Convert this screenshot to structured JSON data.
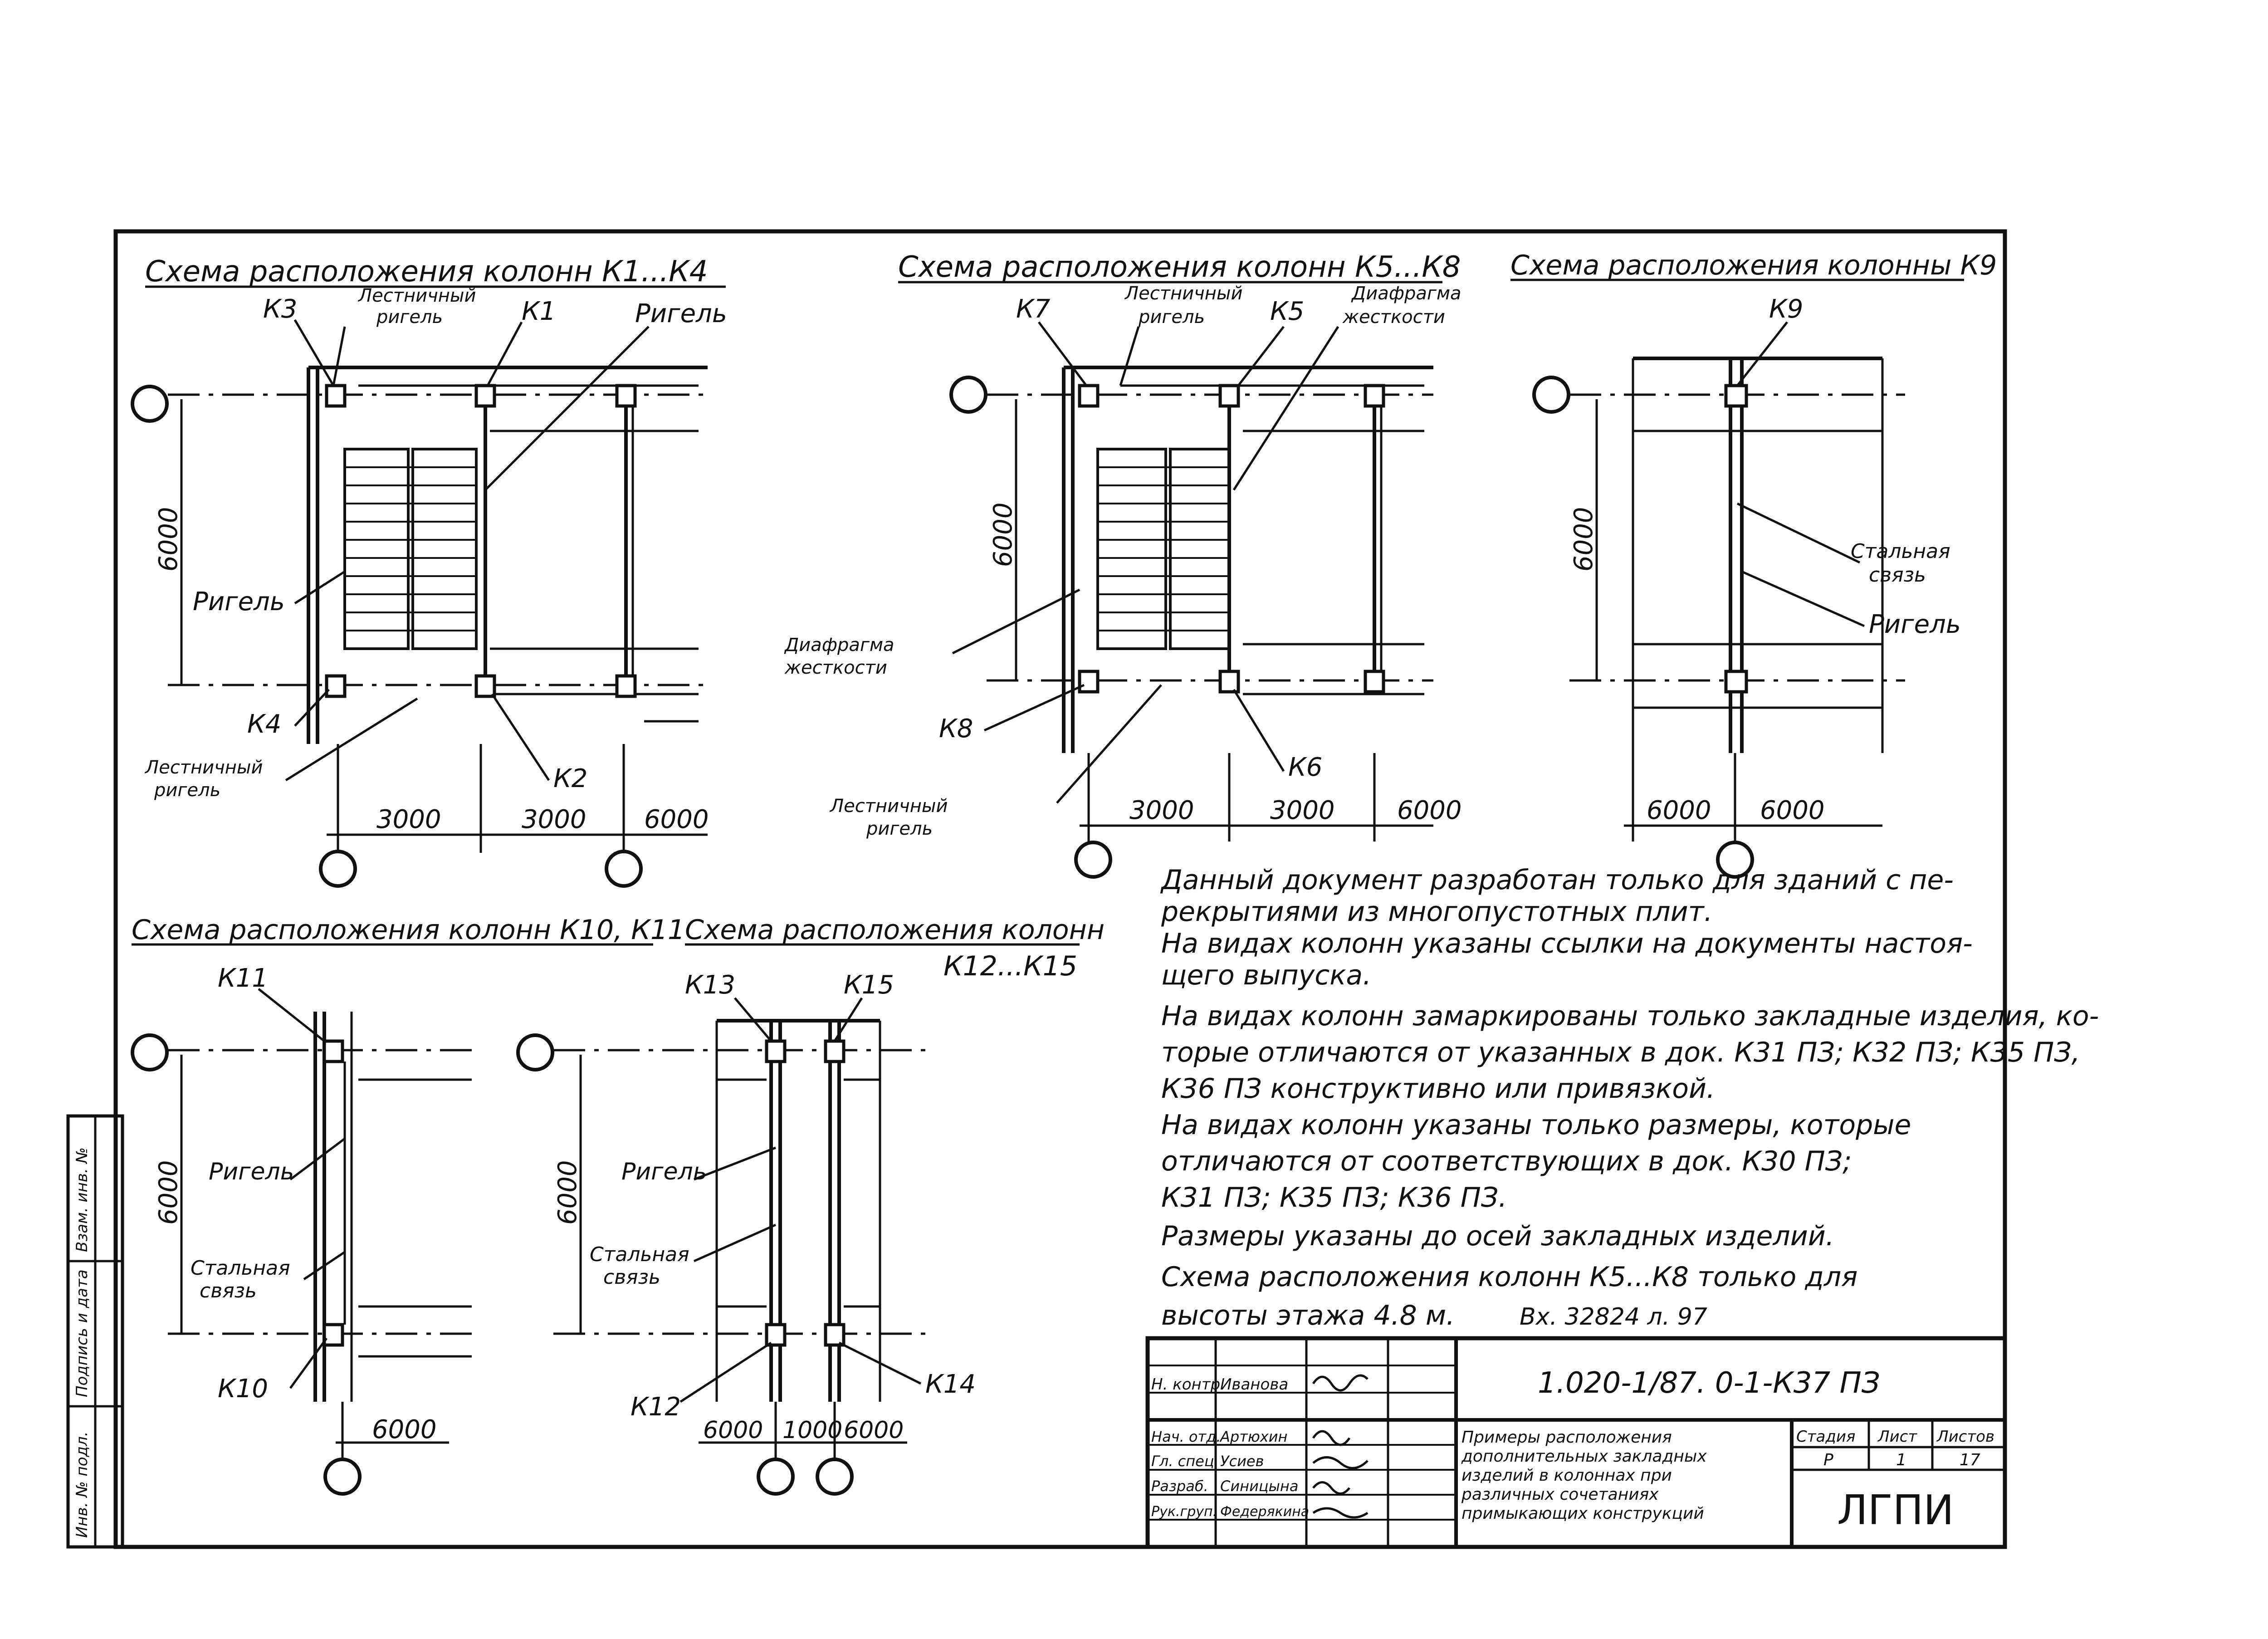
{
  "schemes": {
    "k1k4": {
      "title": "Схема расположения колонн К1...К4",
      "labels": {
        "k3": "К3",
        "k1": "К1",
        "k4": "К4",
        "k2": "К2",
        "stair_beam_top_1": "Лестничный",
        "stair_beam_top_2": "ригель",
        "beam_right": "Ригель",
        "beam_left": "Ригель",
        "stair_beam_bottom_1": "Лестничный",
        "stair_beam_bottom_2": "ригель"
      },
      "dims": {
        "height": "6000",
        "span1": "3000",
        "span2": "3000",
        "span3": "6000"
      }
    },
    "k5k8": {
      "title": "Схема расположения колонн К5...К8",
      "labels": {
        "k7": "К7",
        "k5": "К5",
        "k8": "К8",
        "k6": "К6",
        "stair_beam_top_1": "Лестничный",
        "stair_beam_top_2": "ригель",
        "diaphragm_top_1": "Диафрагма",
        "diaphragm_top_2": "жесткости",
        "diaphragm_left_1": "Диафрагма",
        "diaphragm_left_2": "жесткости",
        "stair_beam_bottom_1": "Лестничный",
        "stair_beam_bottom_2": "ригель"
      },
      "dims": {
        "height": "6000",
        "span1": "3000",
        "span2": "3000",
        "span3": "6000"
      }
    },
    "k9": {
      "title": "Схема расположения колонны К9",
      "labels": {
        "k9": "К9",
        "steel_brace_1": "Стальная",
        "steel_brace_2": "связь",
        "beam": "Ригель"
      },
      "dims": {
        "height": "6000",
        "span1": "6000",
        "span2": "6000"
      }
    },
    "k10k11": {
      "title": "Схема расположения колонн К10, К11",
      "labels": {
        "k11": "К11",
        "k10": "К10",
        "beam": "Ригель",
        "steel_brace_1": "Стальная",
        "steel_brace_2": "связь"
      },
      "dims": {
        "height": "6000",
        "span1": "6000"
      }
    },
    "k12k15": {
      "title_1": "Схема расположения колонн",
      "title_2": "К12...К15",
      "labels": {
        "k13": "К13",
        "k15": "К15",
        "k12": "К12",
        "k14": "К14",
        "beam": "Ригель",
        "steel_brace_1": "Стальная",
        "steel_brace_2": "связь"
      },
      "dims": {
        "height": "6000",
        "span1": "6000",
        "span2": "1000",
        "span3": "6000"
      }
    }
  },
  "notes": [
    "Данный документ разработан только для зданий с пе-",
    "рекрытиями из многопустотных плит.",
    "На видах колонн указаны ссылки на документы настоя-",
    "щего выпуска.",
    "На видах колонн замаркированы только закладные изделия, ко-",
    "торые отличаются от указанных в док. К31 ПЗ; К32 ПЗ; К35 ПЗ,",
    "К36 ПЗ конструктивно или привязкой.",
    "На видах колонн указаны только размеры, которые",
    "отличаются от соответствующих в док. К30 ПЗ;",
    "К31 ПЗ; К35 ПЗ; К36 ПЗ.",
    "Размеры указаны до осей закладных изделий.",
    "Схема расположения колонн К5...К8 только для",
    "высоты этажа 4.8 м."
  ],
  "inventory_note": "Вх. 32824 л. 97",
  "title_block": {
    "designation": "1.020-1/87. 0-1-К37 ПЗ",
    "title_lines": [
      "Примеры расположения",
      "дополнительных закладных",
      "изделий в колоннах при",
      "различных сочетаниях",
      "примыкающих конструкций"
    ],
    "organization": "ЛГПИ",
    "headers": {
      "stage": "Стадия",
      "sheet": "Лист",
      "sheets": "Листов"
    },
    "values": {
      "stage": "Р",
      "sheet": "1",
      "sheets": "17"
    },
    "people": [
      {
        "role": "Н. контр.",
        "name": "Иванова"
      },
      {
        "role": "Нач. отд.",
        "name": "Артюхин"
      },
      {
        "role": "Гл. спец.",
        "name": "Усиев"
      },
      {
        "role": "Разраб.",
        "name": "Синицына"
      },
      {
        "role": "Рук.груп.",
        "name": "Федерякина"
      }
    ]
  },
  "side_stamp": [
    "Инв. № подл.",
    "Подпись и дата",
    "Взам. инв. №"
  ]
}
